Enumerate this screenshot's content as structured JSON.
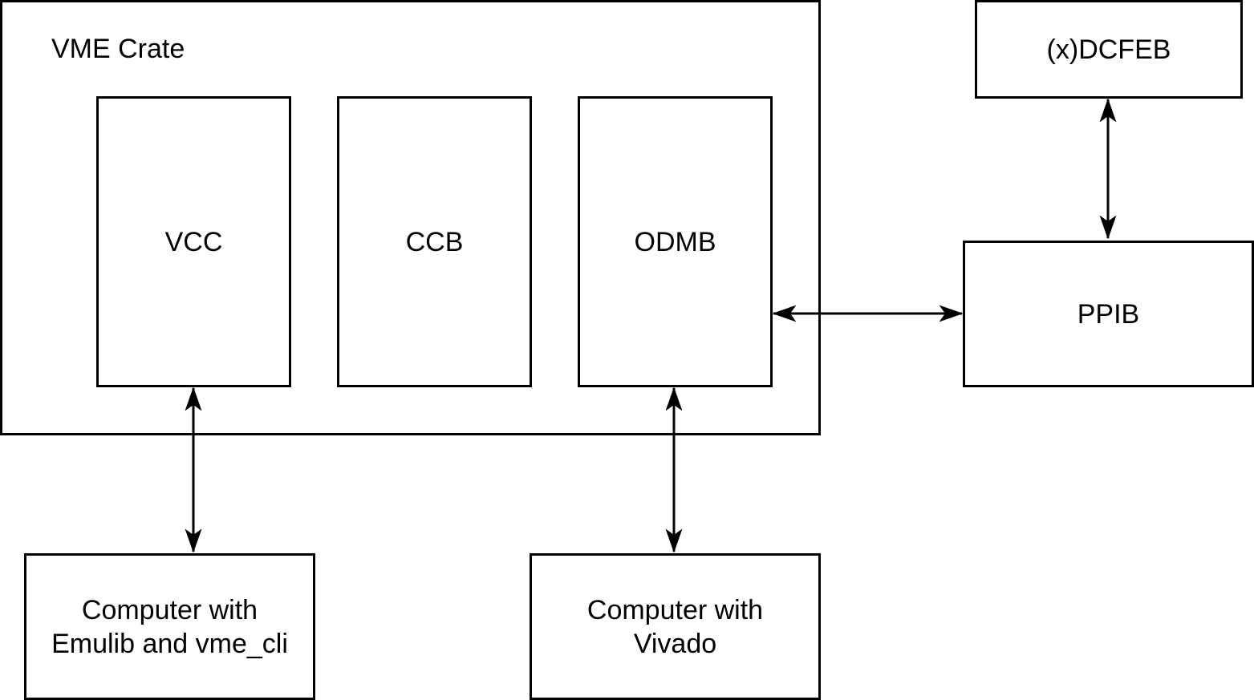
{
  "diagram": {
    "crate_label": "VME Crate",
    "boxes": {
      "vcc": "VCC",
      "ccb": "CCB",
      "odmb": "ODMB",
      "dcfeb": "(x)DCFEB",
      "ppib": "PPIB",
      "computer_emulib_line1": "Computer with",
      "computer_emulib_line2": "Emulib and vme_cli",
      "computer_vivado_line1": "Computer with",
      "computer_vivado_line2": "Vivado"
    }
  }
}
